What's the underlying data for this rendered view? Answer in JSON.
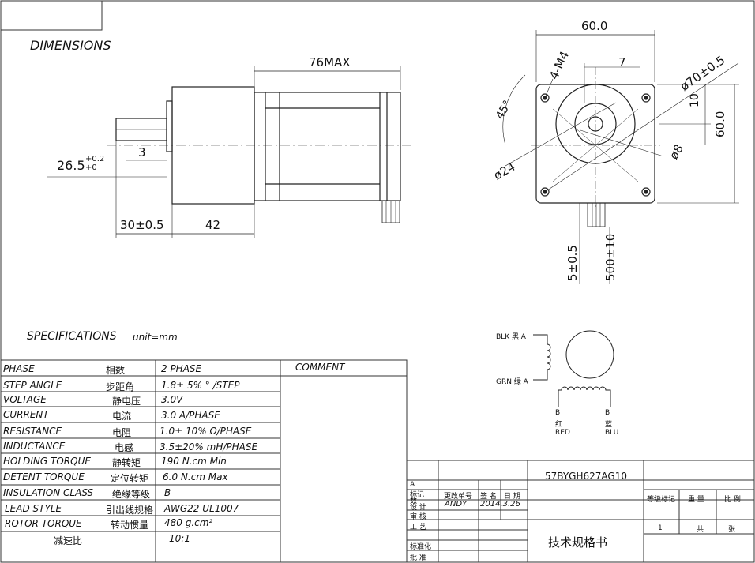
{
  "headings": {
    "dimensions": "DIMENSIONS",
    "specifications": "SPECIFICATIONS",
    "unit": "unit=mm"
  },
  "dims": {
    "overall_length": "76MAX",
    "shaft_dia": "26.5",
    "shaft_tol_upper": "+0.2",
    "shaft_tol_lower": "+0",
    "flat": "3",
    "shaft_length": "30±0.5",
    "body_length": "42",
    "square": "60.0",
    "square_side": "60.0",
    "hole_pattern": "4-M4",
    "offset": "7",
    "bolt_circle": "ø70±0.5",
    "ten": "10",
    "angle": "45°",
    "pilot": "ø24",
    "shaft_bore": "ø8",
    "lead_offset": "5±0.5",
    "lead_length": "500±10"
  },
  "wiring": {
    "a_label": "BLK 黑 A",
    "abar_label": "GRN 绿 A",
    "b1": "B",
    "b1_cn": "红",
    "b1_en": "RED",
    "b2": "B",
    "b2_cn": "蓝",
    "b2_en": "BLU"
  },
  "specs": {
    "comment_header": "COMMENT",
    "rows": [
      {
        "en": "PHASE",
        "cn": "相数",
        "val": "2  PHASE"
      },
      {
        "en": "STEP ANGLE",
        "cn": "步距角",
        "val": "1.8± 5% ° /STEP"
      },
      {
        "en": "VOLTAGE",
        "cn": "静电压",
        "val": "3.0V"
      },
      {
        "en": "CURRENT",
        "cn": "电流",
        "val": "3.0 A/PHASE"
      },
      {
        "en": "RESISTANCE",
        "cn": "电阻",
        "val": "1.0± 10%  Ω/PHASE"
      },
      {
        "en": "INDUCTANCE",
        "cn": "电感",
        "val": "3.5±20% mH/PHASE"
      },
      {
        "en": "HOLDING TORQUE",
        "cn": "静转矩",
        "val": "190  N.cm Min"
      },
      {
        "en": "DETENT TORQUE",
        "cn": "定位转矩",
        "val": "6.0 N.cm Max"
      },
      {
        "en": "INSULATION CLASS",
        "cn": "绝缘等级",
        "val": "B"
      },
      {
        "en": "LEAD STYLE",
        "cn": "引出线规格",
        "val": "AWG22 UL1007"
      },
      {
        "en": "ROTOR TORQUE",
        "cn": "转动惯量",
        "val": "480 g.cm²"
      },
      {
        "en": "",
        "cn": "减速比",
        "val": "10:1"
      }
    ]
  },
  "titleblock": {
    "model": "57BYGH627AG10",
    "a": "A",
    "mark": "标记",
    "count_col": "数",
    "change_no": "更改单号",
    "sign": "签  名",
    "date_col": "日  期",
    "design": "设  计",
    "designer": "ANDY",
    "date": "2014.3.26",
    "review": "审  核",
    "process": "工  艺",
    "standard": "标准化",
    "approve": "批  准",
    "doc_title": "技术规格书",
    "grade_mark": "等级标记",
    "weight": "重  量",
    "scale": "比  例",
    "sheet_no": "1",
    "total": "共",
    "sheets": "张"
  }
}
